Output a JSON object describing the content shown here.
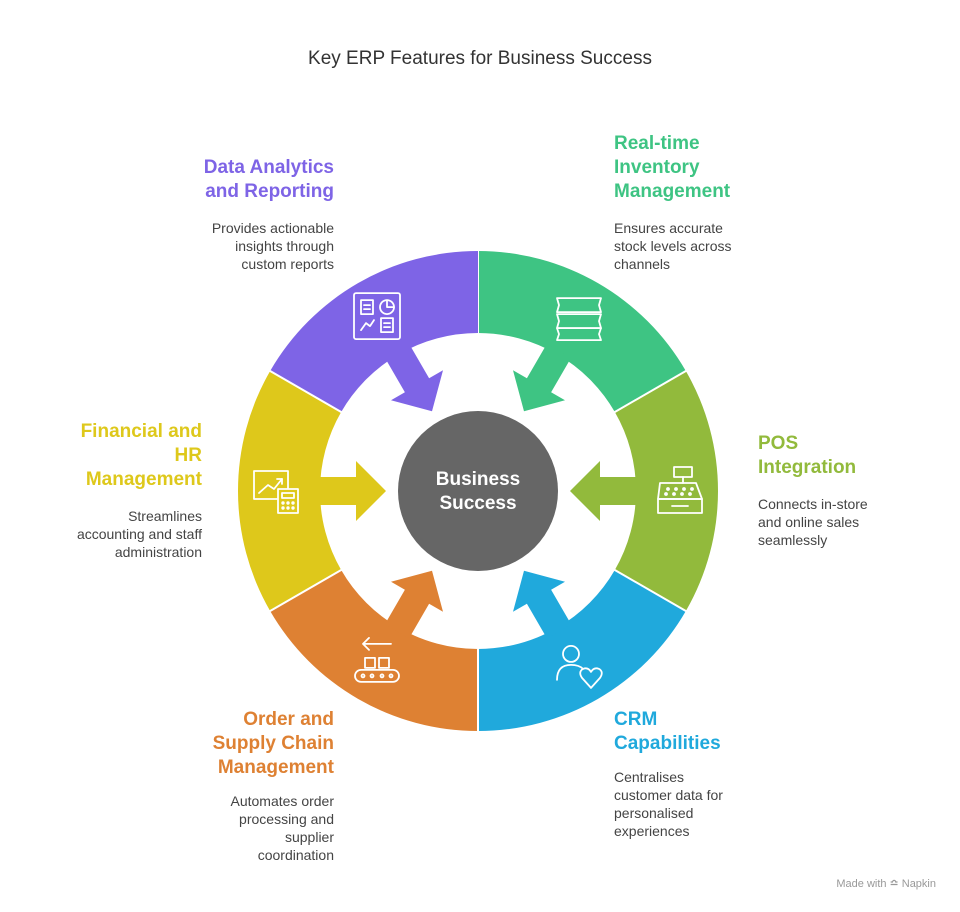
{
  "title": "Key ERP Features for Business Success",
  "center": {
    "line1": "Business",
    "line2": "Success",
    "color": "#666666"
  },
  "segments": [
    {
      "id": "inventory",
      "title_lines": [
        "Real-time",
        "Inventory",
        "Management"
      ],
      "description_lines": [
        "Ensures accurate",
        "stock levels across",
        "channels"
      ],
      "color": "#3ec483",
      "icon": "server-stack-icon"
    },
    {
      "id": "pos",
      "title_lines": [
        "POS",
        "Integration"
      ],
      "description_lines": [
        "Connects in-store",
        "and online sales",
        "seamlessly"
      ],
      "color": "#92ba3c",
      "icon": "cash-register-icon"
    },
    {
      "id": "crm",
      "title_lines": [
        "CRM",
        "Capabilities"
      ],
      "description_lines": [
        "Centralises",
        "customer data for",
        "personalised",
        "experiences"
      ],
      "color": "#20a9dc",
      "icon": "user-heart-icon"
    },
    {
      "id": "supply",
      "title_lines": [
        "Order and",
        "Supply Chain",
        "Management"
      ],
      "description_lines": [
        "Automates order",
        "processing and",
        "supplier",
        "coordination"
      ],
      "color": "#de8133",
      "icon": "conveyor-belt-icon"
    },
    {
      "id": "finance",
      "title_lines": [
        "Financial and",
        "HR",
        "Management"
      ],
      "description_lines": [
        "Streamlines",
        "accounting and staff",
        "administration"
      ],
      "color": "#dec81b",
      "icon": "chart-calculator-icon"
    },
    {
      "id": "analytics",
      "title_lines": [
        "Data Analytics",
        "and Reporting"
      ],
      "description_lines": [
        "Provides actionable",
        "insights through",
        "custom reports"
      ],
      "color": "#7e64e6",
      "icon": "dashboard-report-icon"
    }
  ],
  "footer": {
    "prefix": "Made with",
    "brand": "Napkin"
  }
}
